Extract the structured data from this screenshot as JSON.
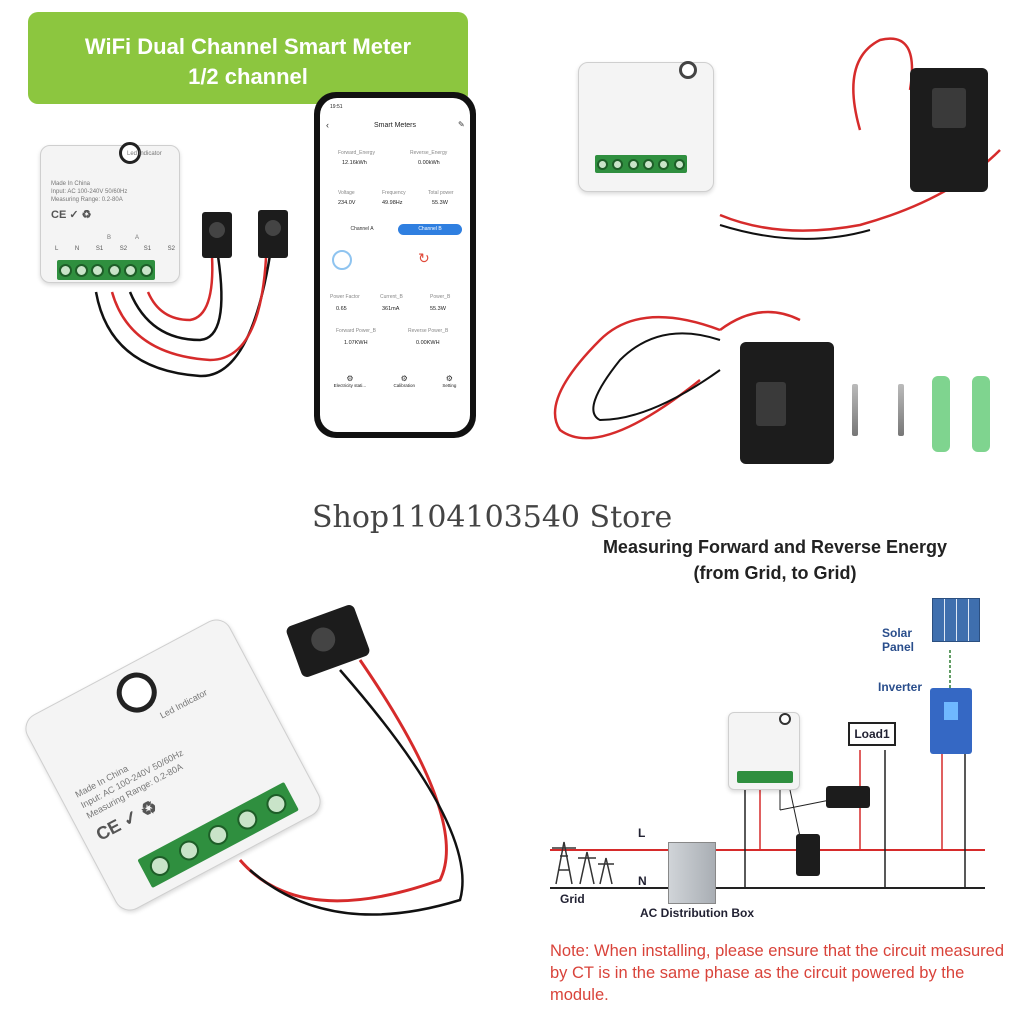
{
  "banner": {
    "title": "WiFi Dual Channel Smart Meter",
    "subtitle": "1/2 channel"
  },
  "module": {
    "led_label": "Led Indicator",
    "made_in": "Made In China",
    "input": "Input: AC 100-240V 50/60Hz",
    "range": "Measuring Range: 0.2-80A",
    "terminals": [
      "L",
      "N",
      "S1",
      "S2",
      "S1",
      "S2"
    ],
    "channel_b": "B",
    "channel_a": "A",
    "cert_marks": "CE ✓ ♻"
  },
  "phone": {
    "time": "19:51",
    "title": "Smart Meters",
    "forward_energy_label": "Forward_Energy",
    "forward_energy_value": "12.16kWh",
    "reverse_energy_label": "Reverse_Energy",
    "reverse_energy_value": "0.00kWh",
    "voltage_label": "Voltage",
    "voltage_value": "234.0V",
    "frequency_label": "Frequency",
    "frequency_value": "49.98Hz",
    "total_power_label": "Total power",
    "total_power_value": "55.3W",
    "channel_a": "Channel A",
    "channel_b": "Channel B",
    "power_factor_label": "Power Factor",
    "power_factor_value": "0.65",
    "current_label": "Current_B",
    "current_value": "361mA",
    "power_label": "Power_B",
    "power_value": "55.3W",
    "fwd_power_label": "Forward Power_B",
    "fwd_power_value": "1.07KWH",
    "rev_power_label": "Reverse Power_B",
    "rev_power_value": "0.00KWH",
    "nav": [
      "Electricity stati...",
      "Calibration",
      "Setting"
    ]
  },
  "watermark": "Shop1104103540 Store",
  "diagram": {
    "title_line1": "Measuring Forward and Reverse Energy",
    "title_line2": "(from Grid, to Grid)",
    "solar_panel": "Solar Panel",
    "inverter": "Inverter",
    "load": "Load1",
    "line_l": "L",
    "line_n": "N",
    "grid": "Grid",
    "ac_box": "AC Distribution Box"
  },
  "note": "Note: When installing, please ensure that the circuit measured by CT is in the same phase as the circuit powered by the module.",
  "colors": {
    "banner": "#8cc63f",
    "note": "#d9433a",
    "wire_red": "#d62b2b",
    "terminal_green": "#2f8f3f",
    "channel_b_pill": "#2f7fe0"
  }
}
